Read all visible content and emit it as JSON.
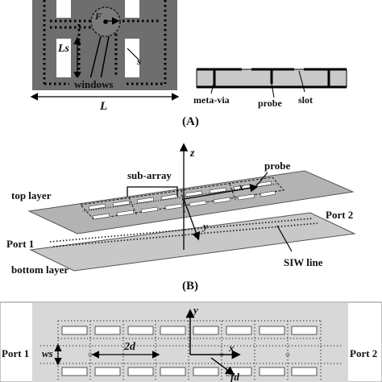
{
  "panel_a": {
    "caption": "(A)",
    "label_F": "F",
    "label_Ls": "Ls",
    "label_s": "s",
    "label_windows": "windows",
    "label_L": "L",
    "label_meta_via": "meta-via",
    "label_probe": "probe",
    "label_slot": "slot"
  },
  "panel_b": {
    "caption": "(B)",
    "label_z": "z",
    "label_sub_array": "sub-array",
    "label_probe": "probe",
    "label_x": "x",
    "label_y": "y",
    "label_top_layer": "top layer",
    "label_port2": "Port 2",
    "label_port1": "Port 1",
    "label_bottom_layer": "bottom layer",
    "label_siw_line": "SIW line"
  },
  "panel_c": {
    "label_y": "y",
    "label_port1": "Port 1",
    "label_ws": "ws",
    "label_2d": "2d",
    "label_x": "x",
    "label_port2": "Port 2",
    "label_fd": "fd"
  },
  "colors": {
    "metal_dark": "#6e6e6e",
    "plate_light": "#d8d8d8",
    "plate_mid": "#b3b3b3",
    "cross_section": "#c9c9c9"
  }
}
